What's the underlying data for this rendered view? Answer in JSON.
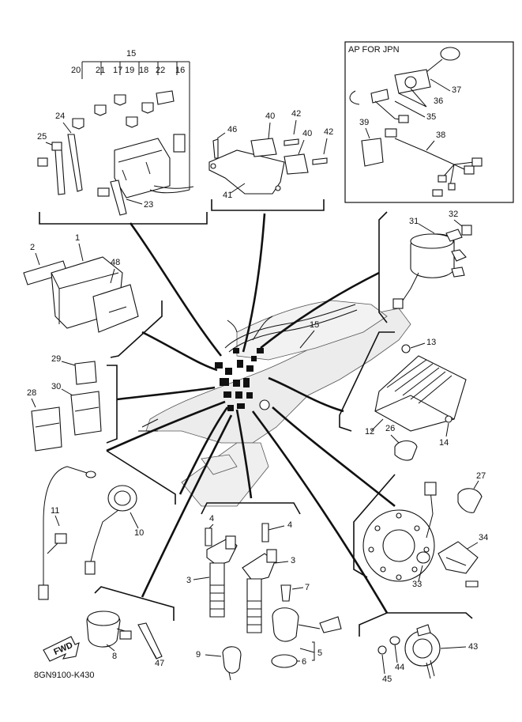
{
  "diagram": {
    "drawing_code": "8GN9100-K430",
    "fwd_label": "FWD",
    "inset_title": "AP FOR JPN",
    "callouts": {
      "c1": "1",
      "c2": "2",
      "c3a": "3",
      "c3b": "3",
      "c4a": "4",
      "c4b": "4",
      "c5": "5",
      "c6": "6",
      "c7": "7",
      "c8": "8",
      "c9": "9",
      "c10": "10",
      "c11": "11",
      "c12": "12",
      "c13": "13",
      "c14": "14",
      "c15a": "15",
      "c15b": "15",
      "c16": "16",
      "c17": "17",
      "c18": "18",
      "c19": "19",
      "c20": "20",
      "c21": "21",
      "c22": "22",
      "c23": "23",
      "c24": "24",
      "c25": "25",
      "c26": "26",
      "c27": "27",
      "c28": "28",
      "c29": "29",
      "c30": "30",
      "c31": "31",
      "c32": "32",
      "c33": "33",
      "c34": "34",
      "c35": "35",
      "c36": "36",
      "c37": "37",
      "c38": "38",
      "c39": "39",
      "c40a": "40",
      "c40b": "40",
      "c41": "41",
      "c42a": "42",
      "c42b": "42",
      "c43": "43",
      "c44": "44",
      "c45": "45",
      "c46": "46",
      "c47": "47",
      "c48": "48"
    }
  }
}
